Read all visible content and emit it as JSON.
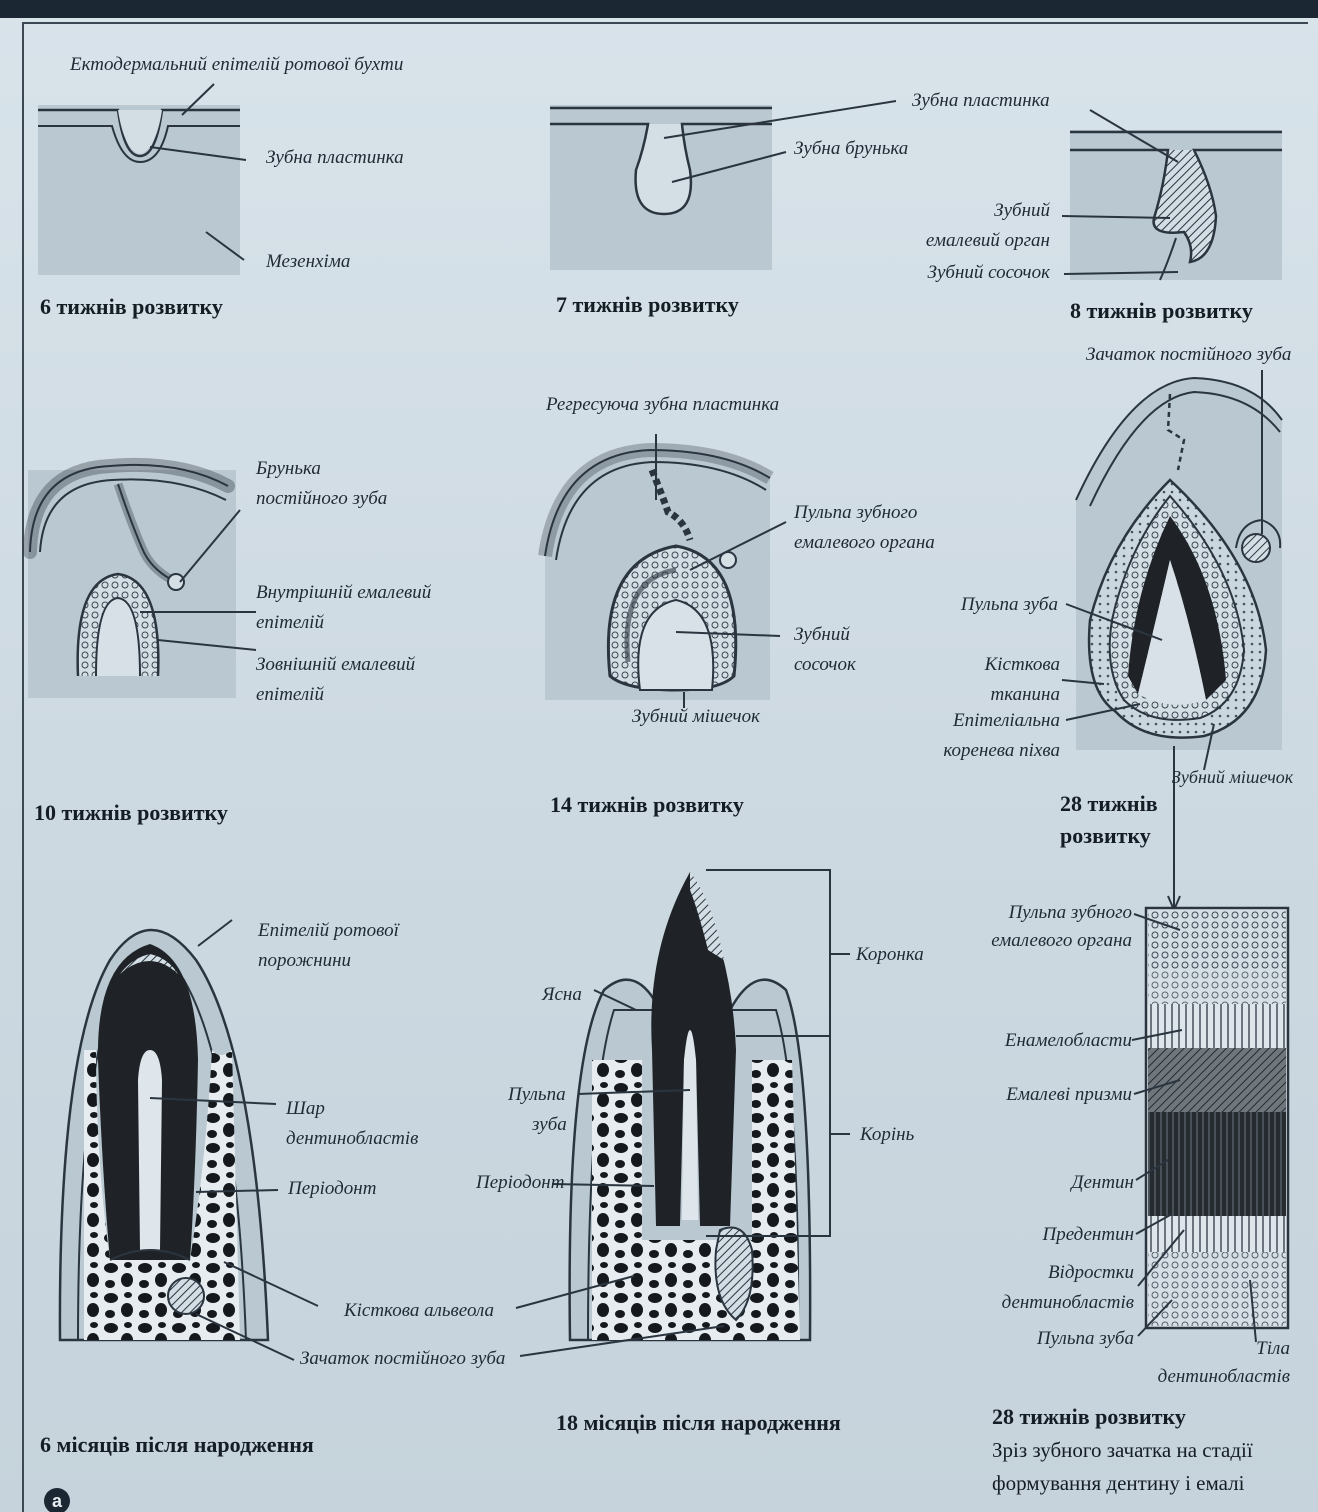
{
  "stages": {
    "w6": {
      "caption": "6 тижнів розвитку",
      "ectoderm": "Ектодермальний епітелій ротової бухти",
      "lamina": "Зубна пластинка",
      "mesenchyme": "Мезенхіма"
    },
    "w7": {
      "caption": "7 тижнів розвитку",
      "lamina": "Зубна пластинка",
      "bud": "Зубна брунька"
    },
    "w8": {
      "caption": "8 тижнів розвитку",
      "enamel_organ": [
        "Зубний",
        "емалевий орган"
      ],
      "papilla": "Зубний сосочок"
    },
    "w10": {
      "caption": "10 тижнів розвитку",
      "perm_bud": [
        "Брунька",
        "постійного зуба"
      ],
      "inner_epi": [
        "Внутрішній емалевий",
        "епітелій"
      ],
      "outer_epi": [
        "Зовнішній емалевий",
        "епітелій"
      ]
    },
    "w14": {
      "caption": "14 тижнів розвитку",
      "regress": "Регресуюча зубна пластинка",
      "pulp_organ": [
        "Пульпа зубного",
        "емалевого органа"
      ],
      "papilla": [
        "Зубний",
        "сосочок"
      ],
      "sac": "Зубний мішечок"
    },
    "w28": {
      "caption": [
        "28 тижнів",
        "розвитку"
      ],
      "perm_germ": "Зачаток постійного зуба",
      "pulp": "Пульпа зуба",
      "bone": [
        "Кісткова",
        "тканина"
      ],
      "sheath": [
        "Епітеліальна",
        "коренева піхва"
      ],
      "sac": "Зубний мішечок"
    },
    "m6": {
      "caption": "6 місяців після народження",
      "oral_epi": [
        "Епітелій ротової",
        "порожнини"
      ],
      "odonto_layer": [
        "Шар",
        "дентинобластів"
      ],
      "periodont": "Періодонт",
      "alveola": "Кісткова альвеола",
      "perm_germ": "Зачаток постійного зуба"
    },
    "m18": {
      "caption": "18 місяців після народження",
      "gum": "Ясна",
      "pulp": [
        "Пульпа",
        "зуба"
      ],
      "periodont": "Періодонт",
      "crown": "Коронка",
      "root": "Корінь"
    },
    "section": {
      "pulp_organ": [
        "Пульпа зубного",
        "емалевого органа"
      ],
      "ameloblasts": "Енамелобласти",
      "prisms": "Емалеві призми",
      "dentin": "Дентин",
      "predentin": "Предентин",
      "processes": [
        "Відростки",
        "дентинобластів"
      ],
      "pulp": "Пульпа зуба",
      "bodies": [
        "Тіла",
        "дентинобластів"
      ],
      "caption": "28 тижнів розвитку",
      "note": [
        "Зріз зубного зачатка на стадії",
        "формування дентину і емалі"
      ]
    }
  },
  "figure_letter": "а",
  "colors": {
    "line": "#2a3540",
    "tissue": "#b9c8d1",
    "dark": "#1f2327",
    "paper": "#d6e1e8"
  }
}
